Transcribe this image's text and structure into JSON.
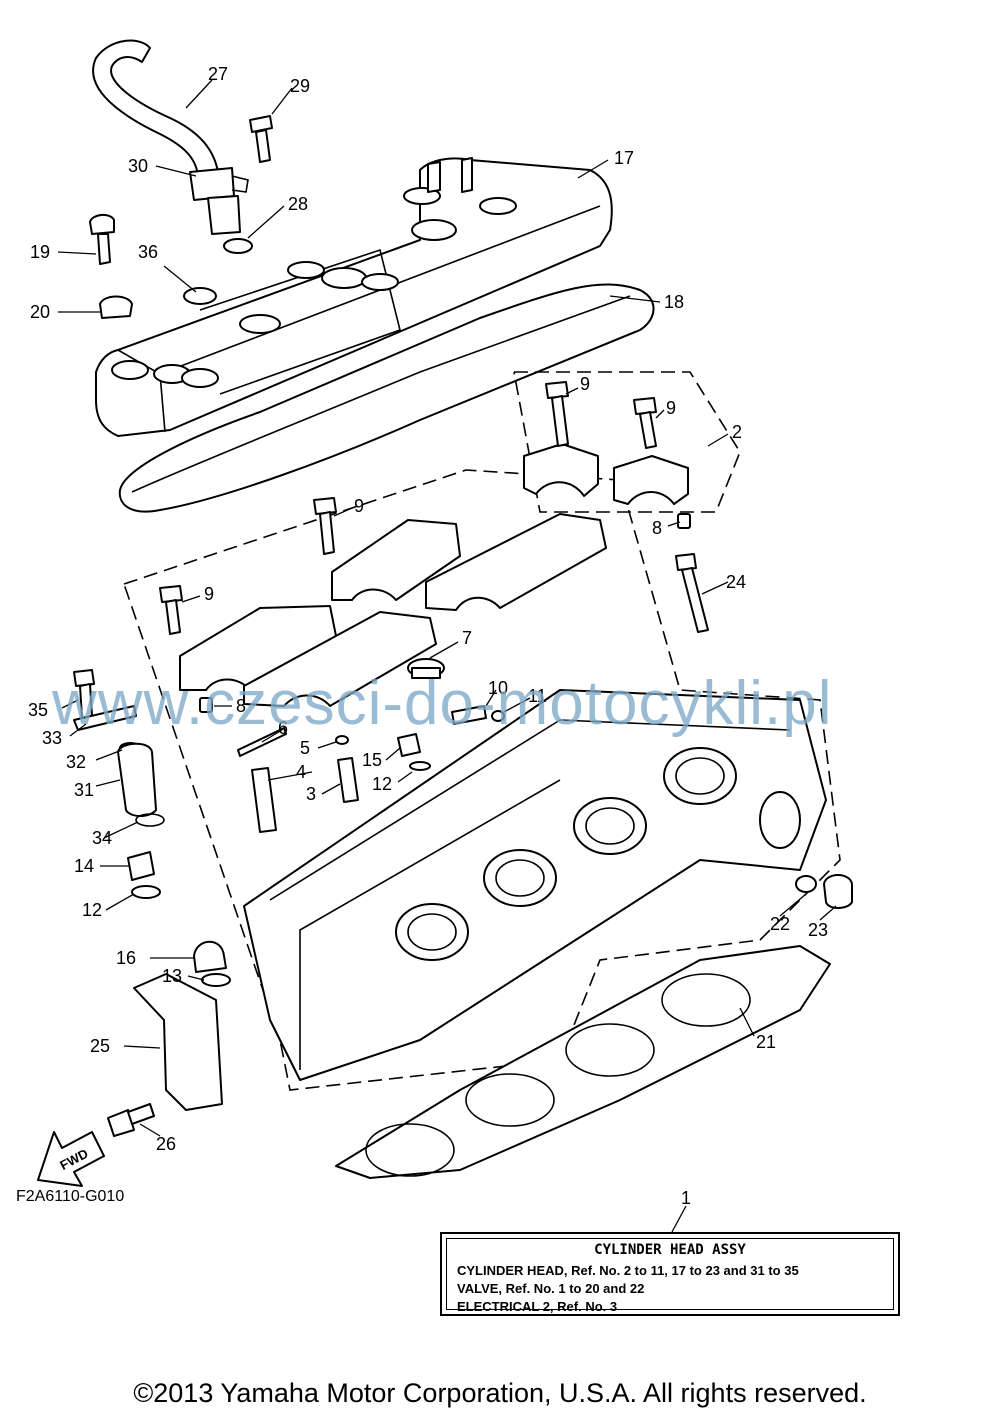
{
  "diagram": {
    "code": "F2A6110-G010",
    "watermark": "www.czesci-do-motocykli.pl",
    "direction_label": "FWD",
    "copyright": "©2013 Yamaha Motor Corporation, U.S.A. All rights reserved."
  },
  "info_box": {
    "title": "CYLINDER HEAD ASSY",
    "lines": [
      "CYLINDER HEAD, Ref. No. 2 to 11, 17 to 23 and 31 to 35",
      "VALVE, Ref. No. 1 to 20 and 22",
      "ELECTRICAL 2, Ref. No. 3"
    ]
  },
  "callouts": [
    "1",
    "2",
    "3",
    "4",
    "5",
    "6",
    "7",
    "8",
    "8",
    "9",
    "9",
    "9",
    "9",
    "10",
    "11",
    "12",
    "12",
    "13",
    "14",
    "15",
    "16",
    "17",
    "18",
    "19",
    "20",
    "21",
    "22",
    "23",
    "24",
    "25",
    "26",
    "27",
    "28",
    "29",
    "30",
    "31",
    "32",
    "33",
    "34",
    "35",
    "36"
  ]
}
